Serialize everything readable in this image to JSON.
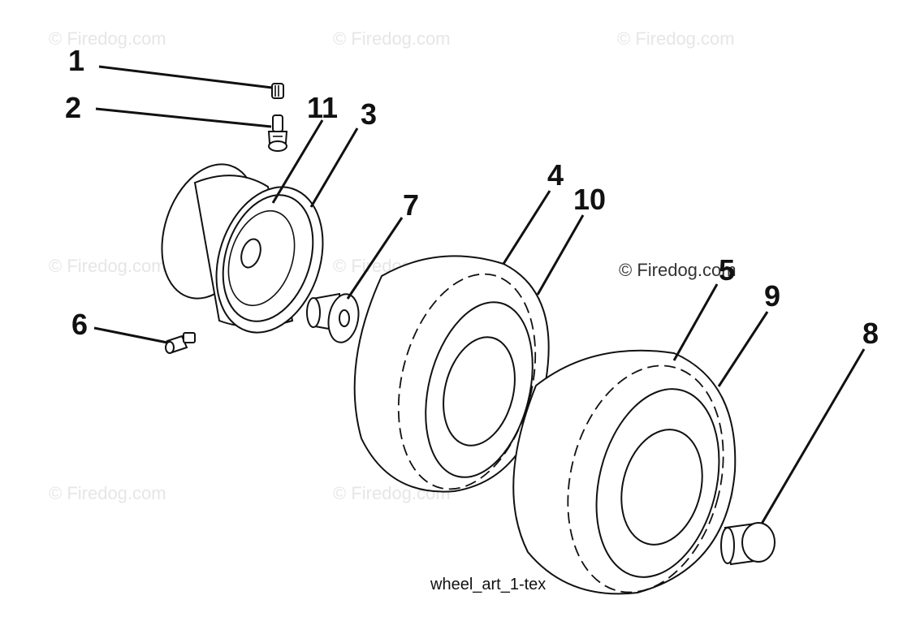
{
  "watermark": {
    "text": "© Firedog.com",
    "prominent_text": "© Firedog.com"
  },
  "caption": "wheel_art_1-tex",
  "callouts": {
    "c1": "1",
    "c2": "2",
    "c3": "3",
    "c4": "4",
    "c5": "5",
    "c6": "6",
    "c7": "7",
    "c8": "8",
    "c9": "9",
    "c10": "10",
    "c11": "11"
  },
  "colors": {
    "line": "#111111",
    "watermark": "#e6e6e6",
    "background": "#ffffff"
  }
}
